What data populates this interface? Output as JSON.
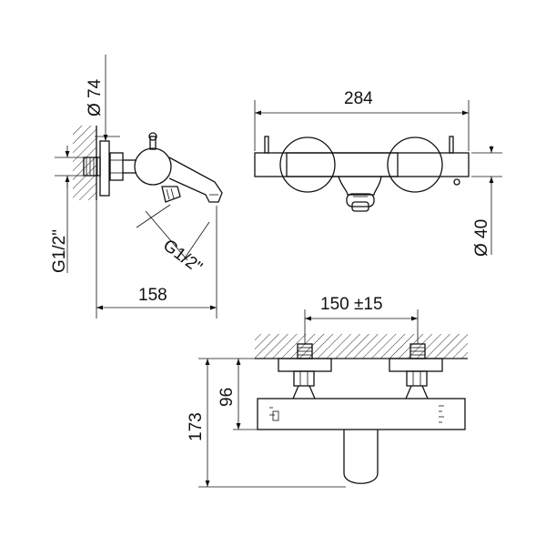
{
  "dimensions": {
    "side_pipe_diameter": "Ø 74",
    "side_inlet_thread": "G1/2\"",
    "side_outlet_thread": "G1/2\"",
    "side_depth": "158",
    "front_width": "284",
    "front_body_diameter": "Ø 40",
    "bottom_inlet_spacing": "150 ±15",
    "bottom_depth_inlet": "96",
    "bottom_depth_total": "173"
  }
}
